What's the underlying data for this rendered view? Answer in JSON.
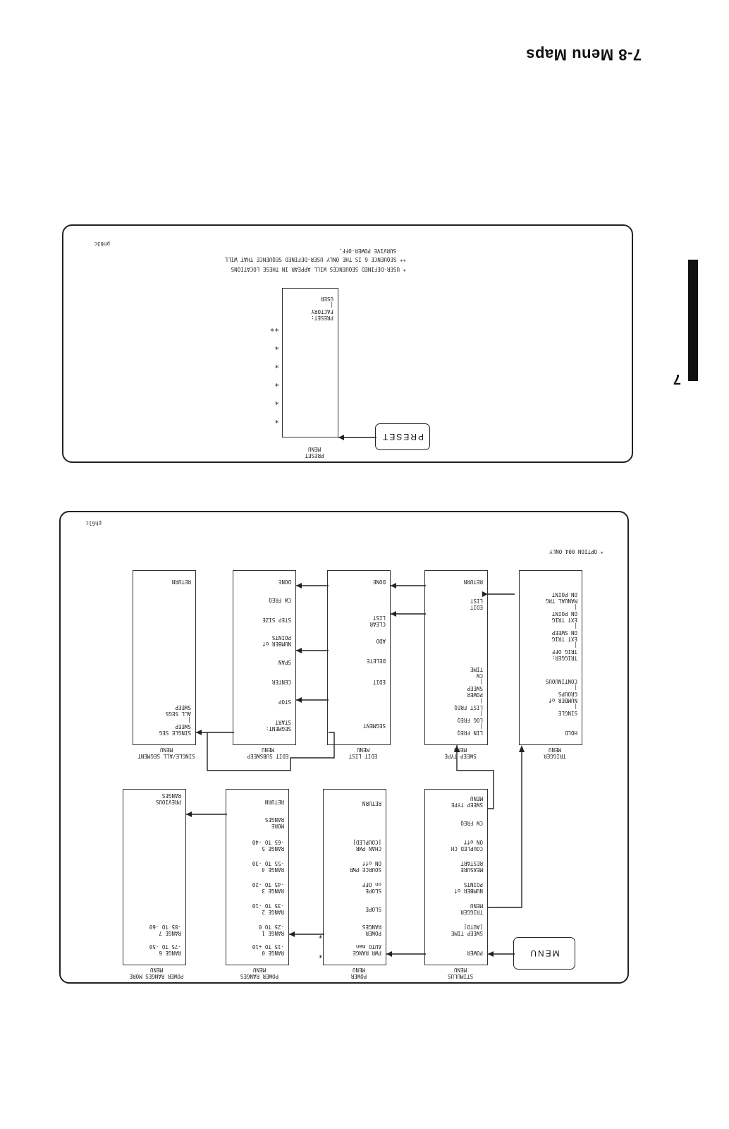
{
  "header": {
    "title": "7-8   Menu Maps"
  },
  "chapter": {
    "number": "7"
  },
  "preset_diagram": {
    "figure_id": "ph63c",
    "key_label": "PRESET",
    "menu_title": "PRESET\nMENU",
    "menu_items": [
      "PRESET:\nFACTORY\n|\nUSER"
    ],
    "stars": [
      "*",
      "*",
      "*",
      "*",
      "*",
      "**"
    ],
    "notes": [
      "* USER-DEFINED SEQUENCES WILL APPEAR IN THESE LOCATIONS",
      "** SEQUENCE 6 IS THE ONLY USER-DEFINED SEQUENCE THAT WILL",
      "SURVIVE POWER-OFF."
    ]
  },
  "menu_diagram": {
    "figure_id": "ph61c",
    "key_label": "MENU",
    "footnote": "* OPTION 004 ONLY",
    "lower_row": [
      {
        "title": "STIMULUS\nMENU",
        "items": [
          "POWER",
          "SWEEP TIME\n[AUTO]",
          "TRIGGER\nMENU",
          "NUMBER of\nPOINTS",
          "MEASURE\nRESTART",
          "COUPLED CH\nON off",
          "CW FREQ",
          "SWEEP TYPE\nMENU"
        ]
      },
      {
        "title": "POWER\nMENU",
        "items": [
          "PWR RANGE\nAUTO man",
          "POWER\nRANGES",
          "SLOPE",
          "SLOPE\non OFF",
          "SOURCE PWR\nON off",
          "CHAN PWR\n[COUPLED]",
          "RETURN"
        ]
      },
      {
        "title": "POWER RANGES\nMENU",
        "items": [
          "RANGE 0\n-15 TO +10",
          "RANGE 1\n-25 TO 0",
          "RANGE 2\n-35 TO -10",
          "RANGE 3\n-45 TO -20",
          "RANGE 4\n-55 TO -30",
          "RANGE 5\n-65 TO -40",
          "MORE\nRANGES",
          "RETURN"
        ]
      },
      {
        "title": "POWER RANGES MORE\nMENU",
        "items": [
          "RANGE 6\n-75 TO -50",
          "RANGE 7\n-85 TO -60",
          "PREVIOUS\nRANGES"
        ]
      }
    ],
    "upper_row": [
      {
        "title": "TRIGGER\nMENU",
        "items": [
          "HOLD",
          "SINGLE\n|\nNUMBER of\nGROUPS\n|\nCONTINUOUS",
          "TRIGGER:\nTRIG OFF\n|\nEXT TRIG\nON SWEEP\n|\nEXT TRIG\nON POINT\n|\nMANUAL TRG\nON POINT"
        ]
      },
      {
        "title": "SWEEP TYPE\nMENU",
        "items": [
          "LIN FREQ\n|\nLOG FREQ\n|\nLIST FREQ\n|\nPOWER\nSWEEP\n|\nCW\nTIME",
          "EDIT\nLIST",
          "RETURN"
        ]
      },
      {
        "title": "EDIT LIST\nMENU",
        "items": [
          "SEGMENT",
          "EDIT",
          "DELETE",
          "ADD",
          "CLEAR\nLIST",
          "DONE"
        ]
      },
      {
        "title": "EDIT SUBSWEEP\nMENU",
        "items": [
          "SEGMENT:\nSTART",
          "STOP",
          "CENTER",
          "SPAN",
          "NUMBER of\nPOINTS",
          "STEP SIZE",
          "CW FREQ",
          "DONE"
        ]
      },
      {
        "title": "SINGLE/ALL SEGMENT\nMENU",
        "items": [
          "SINGLE SEG\nSWEEP\n|\nALL SEGS\nSWEEP",
          "RETURN"
        ]
      }
    ]
  }
}
